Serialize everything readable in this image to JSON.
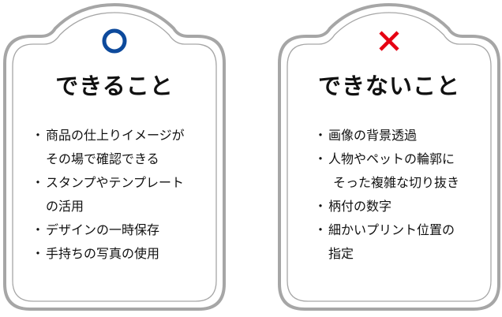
{
  "colors": {
    "frame_outer": "#a6a6a6",
    "frame_inner": "#a6a6a6",
    "background": "#ffffff",
    "can_mark": "#0d4a9c",
    "cannot_mark": "#e60012",
    "text": "#111111"
  },
  "cards": [
    {
      "mark_icon": "circle-icon",
      "mark_glyph": "○",
      "title": "できること",
      "items": [
        {
          "lines": [
            "商品の仕上りイメージが",
            "その場で確認できる"
          ]
        },
        {
          "lines": [
            "スタンプやテンプレート",
            "の活用"
          ]
        },
        {
          "lines": [
            "デザインの一時保存"
          ]
        },
        {
          "lines": [
            "手持ちの写真の使用"
          ]
        }
      ]
    },
    {
      "mark_icon": "cross-icon",
      "mark_glyph": "×",
      "title": "できないこと",
      "items": [
        {
          "lines": [
            "画像の背景透過"
          ]
        },
        {
          "lines": [
            "人物やペットの輪郭に",
            "そった複雑な切り抜き"
          ]
        },
        {
          "lines": [
            "柄付の数字"
          ]
        },
        {
          "lines": [
            "細かいプリント位置の",
            "指定"
          ]
        }
      ]
    }
  ],
  "bullet": "・"
}
